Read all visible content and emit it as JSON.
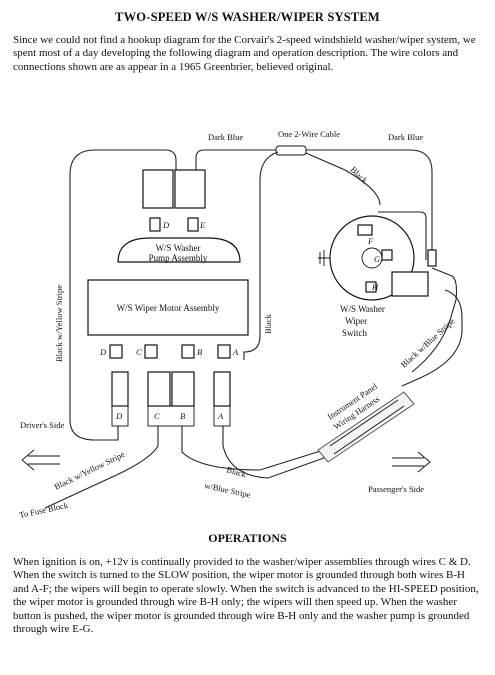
{
  "title": "TWO-SPEED W/S WASHER/WIPER SYSTEM",
  "intro": "Since we could not find a hookup diagram for the Corvair's 2-speed windshield washer/wiper system, we spent most of a day developing the following diagram and operation description.  The wire colors and connections shown are as appear in a 1965 Greenbrier, believed original.",
  "diagram": {
    "labels": {
      "dark_blue_left": "Dark Blue",
      "one_2_wire_cable": "One 2-Wire Cable",
      "dark_blue_right": "Dark Blue",
      "black_top": "Black",
      "black_right": "Black",
      "black_yellow_left": "Black w/Yellow Stripe",
      "black_blue_right": "Black w/Blue Stripe",
      "instrument_panel": "Instrument Panel",
      "wiring_harness": "Wiring Harness",
      "drivers_side": "Driver's Side",
      "passengers_side": "Passenger's Side",
      "black_yellow_bottom": "Black w/Yellow Stripe",
      "to_fuse_block": "To Fuse Block",
      "black_bottom": "Black",
      "blue_stripe_bottom": "w/Blue Stripe"
    },
    "components": {
      "pump": "W/S Washer Pump Assembly",
      "pump_line1": "W/S Washer",
      "pump_line2": "Pump Assembly",
      "motor": "W/S Wiper Motor Assembly",
      "switch_line1": "W/S Washer",
      "switch_line2": "Wiper",
      "switch_line3": "Switch"
    },
    "terminals": {
      "pump": [
        "D",
        "E"
      ],
      "motor": [
        "D",
        "C",
        "B",
        "A"
      ],
      "switch": [
        "F",
        "G",
        "H"
      ],
      "connector_bottom": [
        "D",
        "C",
        "B",
        "A"
      ]
    }
  },
  "operations": {
    "title": "OPERATIONS",
    "text": "When ignition is on, +12v is continually provided to the washer/wiper assemblies through wires C & D.  When the switch is turned to the SLOW position, the wiper motor is grounded through both wires B-H and A-F;  the wipers will begin to operate slowly. When the switch is advanced to the HI-SPEED position, the wiper motor is grounded through wire B-H only; the wipers will then speed up.  When the washer button is pushed, the wiper motor is grounded through wire B-H only and the washer pump is grounded through wire E-G."
  }
}
